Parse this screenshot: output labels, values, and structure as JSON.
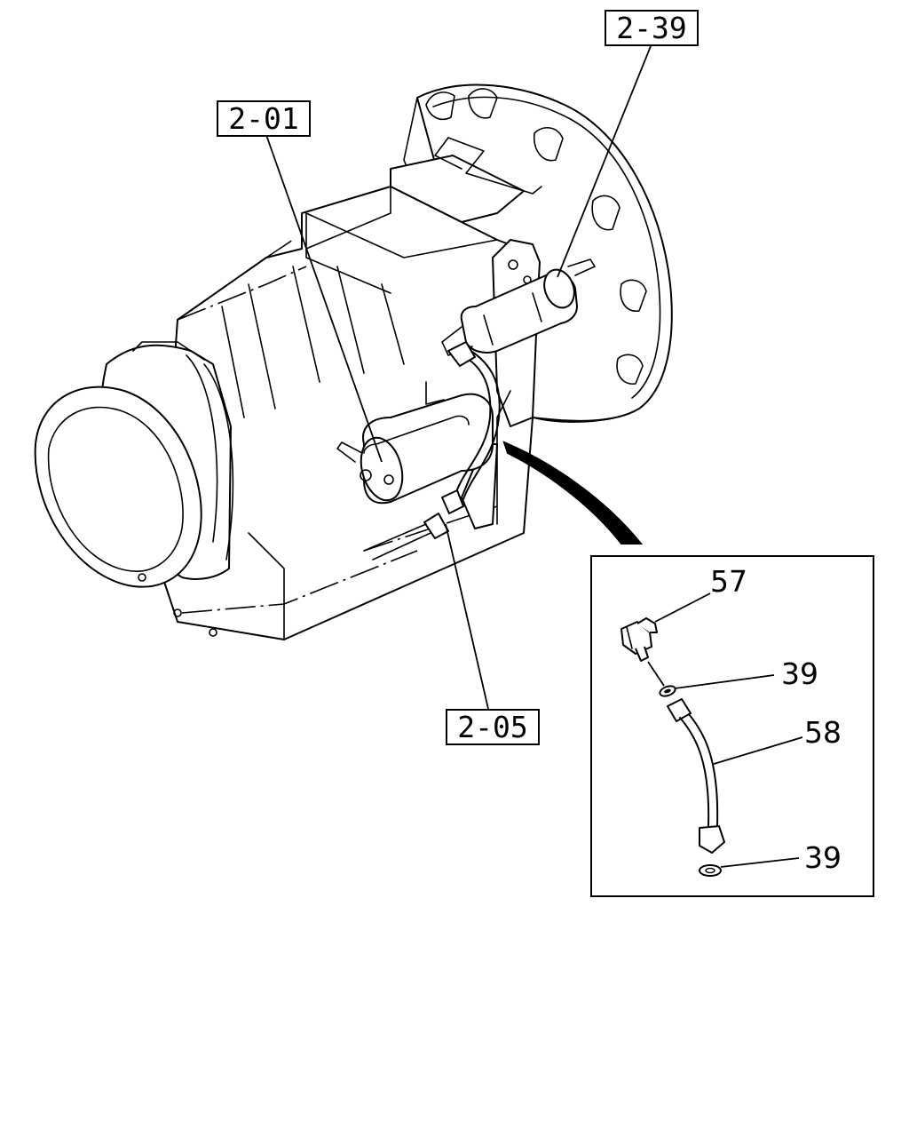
{
  "callouts": {
    "c_2_01": "2-01",
    "c_2_39": "2-39",
    "c_2_05": "2-05"
  },
  "detail_labels": {
    "p57": "57",
    "p39a": "39",
    "p58": "58",
    "p39b": "39"
  },
  "colors": {
    "line": "#000000",
    "background": "#ffffff"
  }
}
